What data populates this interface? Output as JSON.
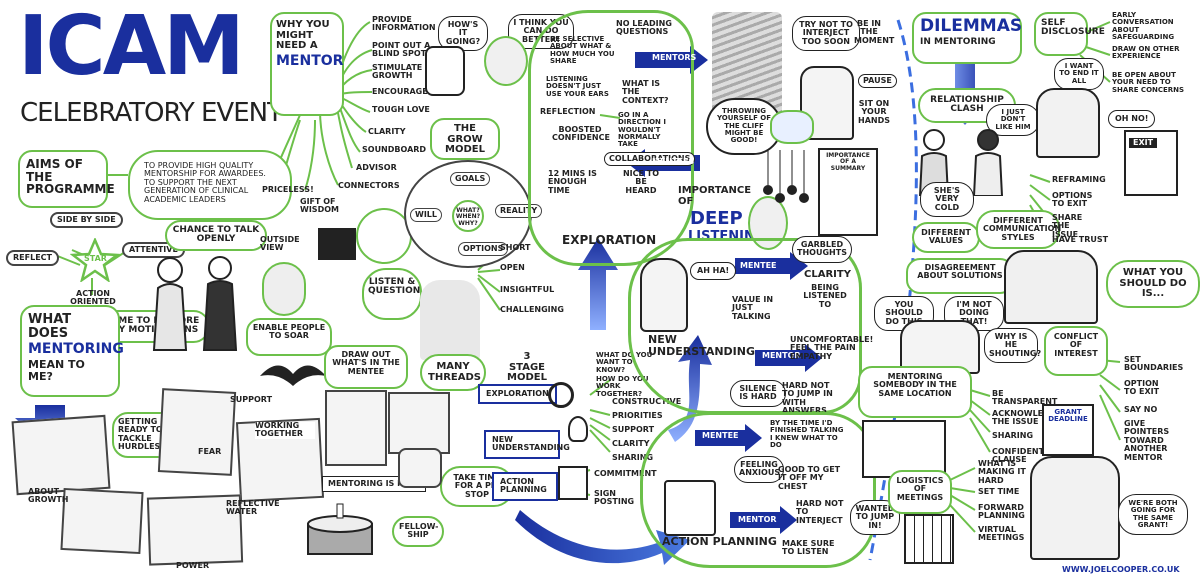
{
  "header": {
    "title": "ICAM",
    "subtitle": "CELEBRATORY EVENT"
  },
  "aims": {
    "label": "AIMS OF THE PROGRAMME",
    "text": "TO PROVIDE HIGH QUALITY MENTORSHIP FOR AWARDEES. TO SUPPORT THE NEXT GENERATION OF CLINICAL ACADEMIC LEADERS"
  },
  "star": {
    "center": "STAR",
    "side_by_side": "SIDE BY SIDE",
    "reflect": "REFLECT",
    "attentive": "ATTENTIVE",
    "action_oriented": "ACTION ORIENTED",
    "chance": "CHANCE TO TALK OPENLY",
    "time": "TIME TO EXPLORE MY MOTIVATIONS"
  },
  "what_does": {
    "line1": "WHAT DOES",
    "line2": "MENTORING",
    "line3": "MEAN TO ME?"
  },
  "meaning_items": [
    "GETTING READY TO TACKLE HURDLES",
    "SUPPORT",
    "FEAR",
    "WORKING TOGETHER",
    "ABOUT GROWTH",
    "REFLECTIVE WATER",
    "POWER"
  ],
  "why_mentor": {
    "title_line1": "WHY YOU",
    "title_line2": "MIGHT",
    "title_line3": "NEED A",
    "title_line4": "MENTOR",
    "items": [
      "PROVIDE INFORMATION",
      "POINT OUT A BLIND SPOT",
      "STIMULATE GROWTH",
      "ENCOURAGEMENT",
      "TOUGH LOVE",
      "CLARITY",
      "SOUNDBOARD",
      "ADVISOR",
      "CONNECTORS",
      "PRICELESS!",
      "GIFT OF WISDOM",
      "OUTSIDE VIEW"
    ]
  },
  "bubbles": {
    "hows_it_going": "HOW'S IT GOING?",
    "better": "I THINK YOU CAN DO BETTER!"
  },
  "grow": {
    "title": "THE GROW MODEL",
    "goals": "GOALS",
    "reality": "REALITY",
    "options": "OPTIONS",
    "will": "WILL",
    "center": "WHAT? WHEN? WHY?"
  },
  "listen": {
    "title": "LISTEN & QUESTION",
    "items": [
      "SHORT",
      "OPEN",
      "INSIGHTFUL",
      "CHALLENGING"
    ]
  },
  "lower_middle": {
    "enable": "ENABLE PEOPLE TO SOAR",
    "draw_out": "DRAW OUT WHAT'S IN THE MENTEE",
    "many_threads": "MANY THREADS",
    "mentoring_king": "MENTORING IS KING",
    "pit_stop": "TAKE TIME FOR A PIT STOP",
    "fellowship": "FELLOW-SHIP"
  },
  "three_stage": {
    "title": "3 STAGE MODEL",
    "stages": [
      "EXPLORATION",
      "NEW UNDERSTANDING",
      "ACTION PLANNING"
    ],
    "q1": "WHAT DO YOU WANT TO KNOW?",
    "q2": "HOW DO YOU WORK TOGETHER?",
    "items": [
      "CONSTRUCTIVE",
      "PRIORITIES",
      "SUPPORT",
      "CLARITY",
      "SHARING",
      "COMMITMENT",
      "SIGN POSTING"
    ]
  },
  "exploration": {
    "title": "EXPLORATION",
    "items": [
      "NO LEADING QUESTIONS",
      "BE SELECTIVE ABOUT WHAT & HOW MUCH YOU SHARE",
      "MENTORS",
      "LISTENING DOESN'T JUST USE YOUR EARS",
      "WHAT IS THE CONTEXT?",
      "REFLECTION",
      "BOOSTED CONFIDENCE",
      "GO IN A DIRECTION I WOULDN'T NORMALLY TAKE",
      "COLLABORATIONS",
      "MENTEES",
      "12 MINS IS ENOUGH TIME",
      "NICE TO BE HEARD"
    ]
  },
  "deep_listening": {
    "line1": "IMPORTANCE OF",
    "line2": "DEEP",
    "line3": "LISTENING"
  },
  "cliff": {
    "throwing": "THROWING YOURSELF OF THE CLIFF MIGHT BE GOOD!",
    "interject": "TRY NOT TO INTERJECT TOO SOON",
    "moment": "BE IN THE MOMENT",
    "pause": "PAUSE",
    "hands": "SIT ON YOUR HANDS",
    "summary": "IMPORTANCE OF A SUMMARY"
  },
  "new_understanding": {
    "title": "NEW UNDERSTANDING",
    "aha": "AH HA!",
    "mentee": "MENTEE",
    "garbled": "GARBLED THOUGHTS",
    "clarity": "CLARITY",
    "being_listened": "BEING LISTENED TO",
    "value": "VALUE IN JUST TALKING",
    "mentor": "MENTOR",
    "uncomfortable": "UNCOMFORTABLE! FEEL THE PAIN EMPATHY",
    "silence": "SILENCE IS HARD",
    "hard_not": "HARD NOT TO JUMP IN WITH ANSWERS"
  },
  "action_planning": {
    "title": "ACTION PLANNING",
    "mentee": "MENTEE",
    "finished": "BY THE TIME I'D FINISHED TALKING I KNEW WHAT TO DO",
    "anxious": "FEELING ANXIOUS",
    "good": "GOOD TO GET IT OFF MY CHEST",
    "mentor": "MENTOR",
    "hard_not": "HARD NOT TO INTERJECT",
    "wanted": "WANTED TO JUMP IN!",
    "make_sure": "MAKE SURE TO LISTEN"
  },
  "dilemmas": {
    "title": "DILEMMAS",
    "subtitle": "IN MENTORING",
    "clash": "RELATIONSHIP CLASH",
    "dont_like": "I JUST DON'T LIKE HIM",
    "cold": "SHE'S VERY COLD",
    "values": "DIFFERENT VALUES",
    "styles": "DIFFERENT COMMUNICATION STYLES",
    "self": "SELF DISCLOSURE",
    "end_it": "I WANT TO END IT ALL",
    "oh_no": "OH NO!",
    "self_items": [
      "EARLY CONVERSATION ABOUT SAFEGUARDING",
      "DRAW ON OTHER EXPERIENCE",
      "BE OPEN ABOUT YOUR NEED TO SHARE CONCERNS"
    ],
    "exit": "EXIT",
    "exit_items": [
      "REFRAMING",
      "OPTIONS TO EXIT",
      "SHARE THE ISSUE",
      "HAVE TRUST"
    ],
    "disagree": "DISAGREEMENT ABOUT SOLUTIONS",
    "should_do": "YOU SHOULD DO THIS",
    "not_doing": "I'M NOT DOING THAT!",
    "shouting": "WHY IS HE SHOUTING?",
    "what_should": "WHAT YOU SHOULD DO IS...",
    "location": "MENTORING SOMEBODY IN THE SAME LOCATION",
    "location_items": [
      "BE TRANSPARENT",
      "ACKNOWLEDGE THE ISSUE",
      "SHARING",
      "CONFIDENTIALITY CLAUSE"
    ],
    "conflict": "CONFLICT OF INTEREST",
    "conflict_items": [
      "SET BOUNDARIES",
      "OPTION TO EXIT",
      "SAY NO",
      "GIVE POINTERS TOWARD ANOTHER MENTOR"
    ],
    "grant": "GRANT DEADLINE",
    "both_going": "WE'RE BOTH GOING FOR THE SAME GRANT!",
    "logistics": "LOGISTICS OF MEETINGS",
    "logistics_items": [
      "WHAT IS MAKING IT HARD",
      "SET TIME",
      "FORWARD PLANNING",
      "VIRTUAL MEETINGS"
    ]
  },
  "footer": {
    "url": "WWW.JOELCOOPER.CO.UK"
  },
  "colors": {
    "blue": "#1a2f9e",
    "green": "#6cc04a"
  }
}
